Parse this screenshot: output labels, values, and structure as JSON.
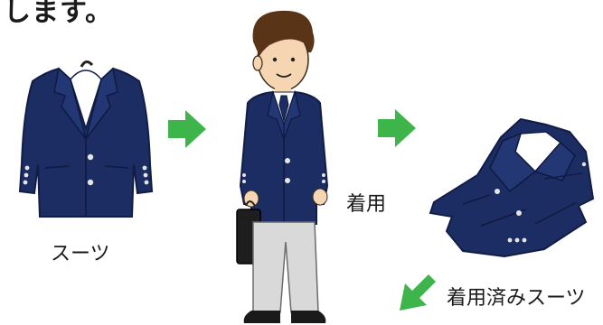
{
  "heading_fragment": "します。",
  "labels": {
    "suit": "スーツ",
    "wearing": "着用",
    "worn_suit": "着用済みスーツ"
  },
  "colors": {
    "navy": "#1c2d63",
    "navy_dark": "#121d45",
    "arrow_green": "#3db54a",
    "pants_gray": "#d9d9d9",
    "skin": "#f6d5b3",
    "hair": "#5a3417"
  },
  "icons": [
    "arrow-right-icon",
    "arrow-right-icon",
    "arrow-down-left-icon"
  ]
}
